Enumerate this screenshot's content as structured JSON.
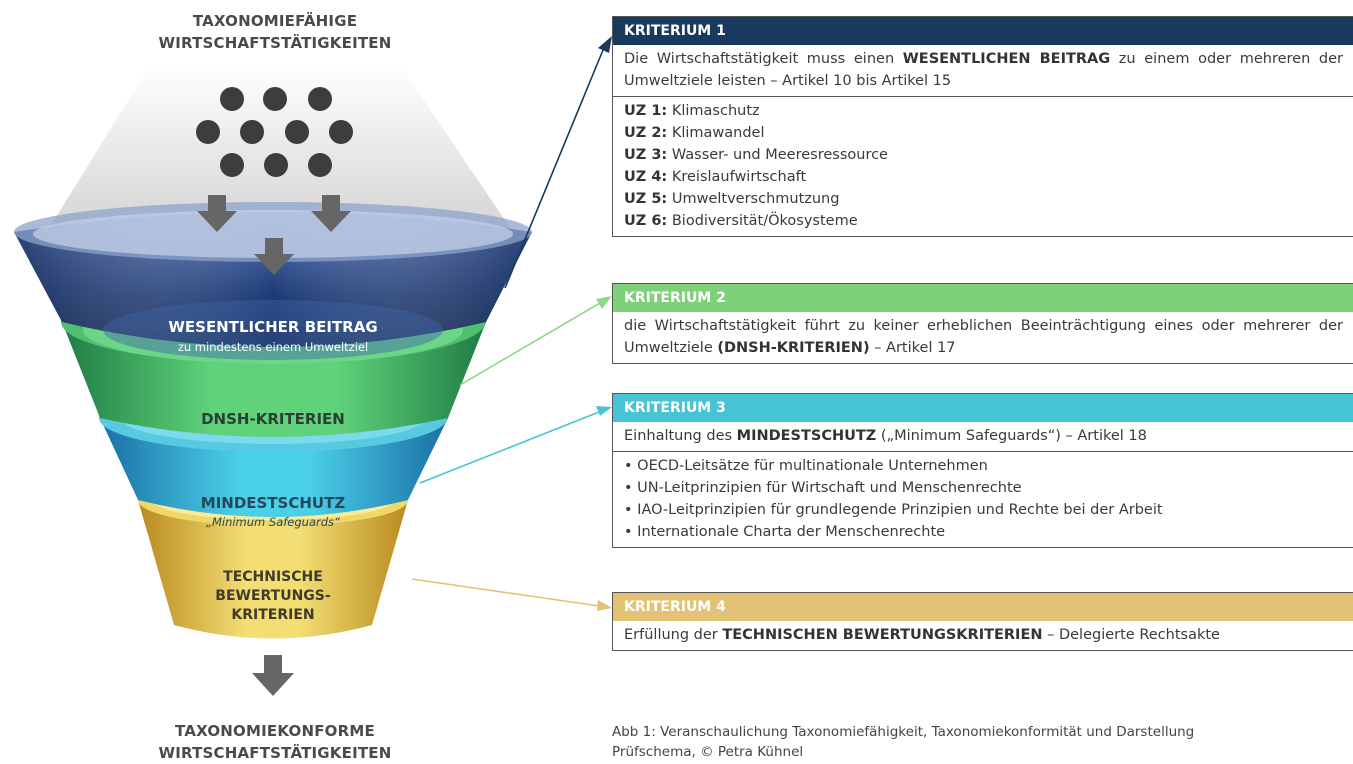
{
  "top_title": {
    "line1": "TAXONOMIEFÄHIGE",
    "line2": "WIRTSCHAFTSTÄTIGKEITEN"
  },
  "bottom_title": {
    "line1": "TAXONOMIEKONFORME",
    "line2": "WIRTSCHAFTSTÄTIGKEITEN"
  },
  "funnel": {
    "beitrag": {
      "title": "WESENTLICHER BEITRAG",
      "subtitle": "zu mindestens einem Umweltziel"
    },
    "dnsh": {
      "title": "DNSH-KRITERIEN"
    },
    "mindestschutz": {
      "title": "MINDESTSCHUTZ",
      "subtitle": "„Minimum Safeguards“"
    },
    "technisch": {
      "line1": "TECHNISCHE",
      "line2": "BEWERTUNGS-",
      "line3": "KRITERIEN"
    }
  },
  "colors": {
    "k1": "#173a5e",
    "k2": "#7ed07a",
    "k3": "#46c4d4",
    "k4": "#e2c277"
  },
  "k1": {
    "header": "KRITERIUM 1",
    "desc": {
      "pre": "Die Wirtschaftstätigkeit muss einen ",
      "bold": "WESENTLICHEN BEITRAG",
      "post": " zu einem oder mehreren der Umweltziele leisten – Artikel 10 bis Artikel 15"
    },
    "goals": [
      {
        "code": "UZ 1:",
        "text": " Klimaschutz"
      },
      {
        "code": "UZ 2:",
        "text": " Klimawandel"
      },
      {
        "code": "UZ 3:",
        "text": " Wasser- und Meeresressource"
      },
      {
        "code": "UZ 4:",
        "text": " Kreislaufwirtschaft"
      },
      {
        "code": "UZ 5:",
        "text": " Umweltverschmutzung"
      },
      {
        "code": "UZ 6:",
        "text": " Biodiversität/Ökosysteme"
      }
    ]
  },
  "k2": {
    "header": "KRITERIUM 2",
    "desc": {
      "pre": "die Wirtschaftstätigkeit führt zu keiner erheblichen Beeinträchtigung eines oder mehrerer der Umweltziele ",
      "bold": "(DNSH-KRITERIEN)",
      "post": " – Artikel 17"
    }
  },
  "k3": {
    "header": "KRITERIUM 3",
    "desc": {
      "pre": "Einhaltung des ",
      "bold": "MINDESTSCHUTZ",
      "post": " („Minimum Safeguards“) – Artikel 18"
    },
    "items": [
      "• OECD-Leitsätze für multinationale Unternehmen",
      "• UN-Leitprinzipien für Wirtschaft und Menschenrechte",
      "• IAO-Leitprinzipien für grundlegende Prinzipien und Rechte bei der Arbeit",
      "• Internationale Charta der Menschenrechte"
    ]
  },
  "k4": {
    "header": "KRITERIUM 4",
    "desc": {
      "pre": "Erfüllung der ",
      "bold": "TECHNISCHEN BEWERTUNGSKRITERIEN",
      "post": " – Delegierte Rechtsakte"
    }
  },
  "caption": {
    "line1": "Abb 1: Veranschaulichung Taxonomiefähigkeit, Taxonomiekonformität und Darstellung",
    "line2": "Prüfschema, © Petra Kühnel"
  }
}
